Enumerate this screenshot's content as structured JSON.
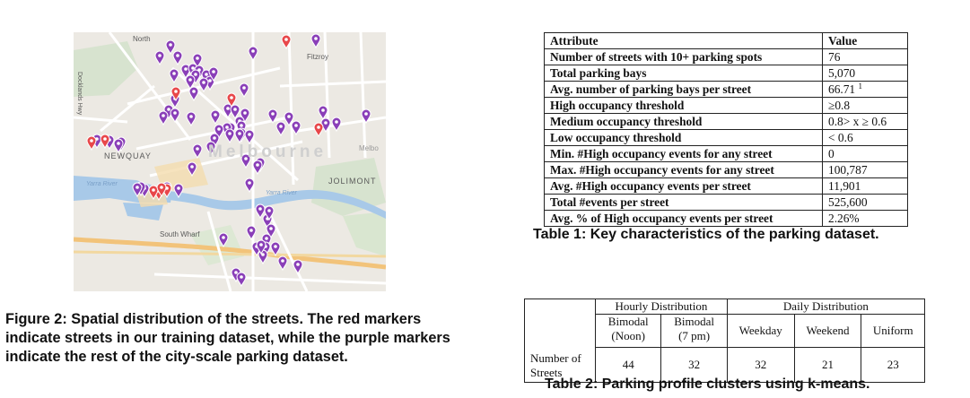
{
  "figure": {
    "map": {
      "labels": {
        "city_name": "Melbourne",
        "newquay": "NEWQUAY",
        "jolimont": "JOLIMONT",
        "south_wharf": "South Wharf",
        "yarra_river_1": "Yarra River",
        "yarra_river_2": "Yarra River",
        "fitzroy": "Fitzroy",
        "melbourne_east": "Melbo",
        "north_melbourne": "North",
        "docklands_hwy": "Docklands Hwy"
      },
      "marker_colors": {
        "training": "#e8474a",
        "other": "#8a3fb8"
      },
      "legend_meaning": {
        "training": "red markers: streets in training dataset",
        "other": "purple markers: rest of the city-scale parking dataset"
      }
    },
    "caption": "Figure 2: Spatial distribution of the streets. The red markers indicate streets in our training dataset, while the purple markers indicate the rest of the city-scale parking dataset."
  },
  "table1": {
    "headers": {
      "attribute": "Attribute",
      "value": "Value"
    },
    "rows": [
      {
        "attr": "Number of streets with 10+ parking spots",
        "value": "76"
      },
      {
        "attr": "Total parking bays",
        "value": "5,070"
      },
      {
        "attr": "Avg. number of parking bays per street",
        "value": "66.71",
        "sup": "1"
      },
      {
        "attr": "High occupancy threshold",
        "value": "≥0.8"
      },
      {
        "attr": "Medium occupancy threshold",
        "value": "0.8> x ≥ 0.6"
      },
      {
        "attr": "Low occupancy threshold",
        "value": "< 0.6"
      },
      {
        "attr": "Min. #High occupancy events for any street",
        "value": "0"
      },
      {
        "attr": "Max. #High occupancy events for any street",
        "value": "100,787"
      },
      {
        "attr": "Avg. #High occupancy events per street",
        "value": "11,901"
      },
      {
        "attr": "Total #events per street",
        "value": "525,600"
      },
      {
        "attr": "Avg. % of High occupancy events per street",
        "value": "2.26%"
      }
    ],
    "caption": "Table 1: Key characteristics of the parking dataset."
  },
  "table2": {
    "group_headers": {
      "hourly": "Hourly Distribution",
      "daily": "Daily Distribution"
    },
    "sub_headers": {
      "bimodal_noon_1": "Bimodal",
      "bimodal_noon_2": "(Noon)",
      "bimodal_7pm_1": "Bimodal",
      "bimodal_7pm_2": "(7 pm)",
      "weekday": "Weekday",
      "weekend": "Weekend",
      "uniform": "Uniform"
    },
    "row_label_1": "Number of",
    "row_label_2": "Streets",
    "values": [
      "44",
      "32",
      "32",
      "21",
      "23"
    ],
    "caption": "Table 2: Parking profile clusters using k-means."
  }
}
